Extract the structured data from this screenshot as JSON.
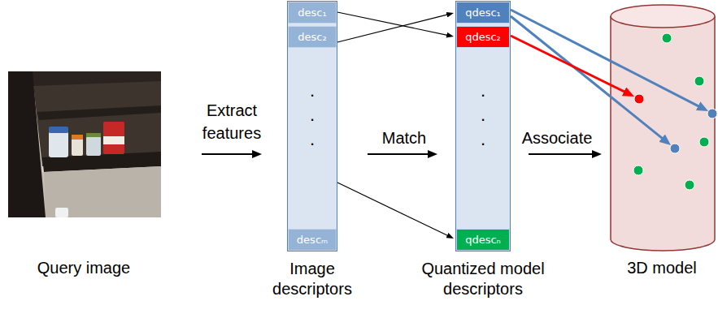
{
  "diagram": {
    "nodes": [
      {
        "text": [
          "Query image"
        ]
      },
      {
        "text": [
          "Image descriptors"
        ]
      },
      {
        "text": [
          "desc₁"
        ],
        "in": 1
      },
      {
        "text": [
          "desc₂"
        ],
        "in": 1
      },
      {
        "text": [
          "descₘ"
        ],
        "in": 1
      },
      {
        "text": [
          "Quantized model descriptors"
        ]
      },
      {
        "text": [
          "qdesc₁"
        ],
        "in": 5
      },
      {
        "text": [
          "qdesc₂"
        ],
        "in": 5
      },
      {
        "text": [
          "qdescₙ"
        ],
        "in": 5
      },
      {
        "text": [
          "3D model"
        ]
      }
    ],
    "edges": [
      {
        "from": 0,
        "to": 1,
        "label": "Extract features",
        "arrow": "to"
      },
      {
        "from": 1,
        "to": 5,
        "label": "Match",
        "arrow": "to"
      },
      {
        "from": 5,
        "to": 9,
        "label": "Associate",
        "arrow": "to"
      },
      {
        "from": 2,
        "to": 7,
        "arrow": "to"
      },
      {
        "from": 3,
        "to": 6,
        "arrow": "to"
      },
      {
        "from": 1,
        "to": 8,
        "arrow": "to"
      },
      {
        "from": 6,
        "to": 9,
        "arrow": "to"
      },
      {
        "from": 6,
        "to": 9,
        "arrow": "to"
      },
      {
        "from": 7,
        "to": 9,
        "arrow": "to"
      }
    ],
    "labels": [
      ".",
      ".",
      ".",
      ".",
      ".",
      "."
    ]
  }
}
